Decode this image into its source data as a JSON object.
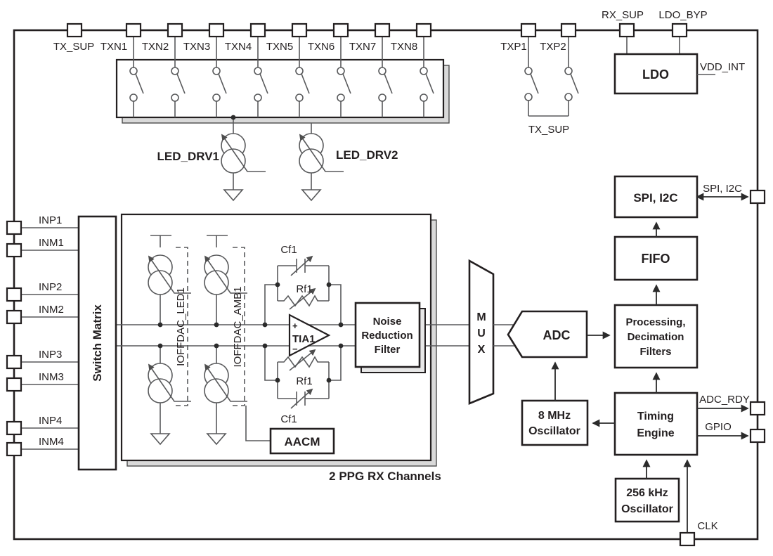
{
  "pins": {
    "top": [
      "TX_SUP",
      "TXN1",
      "TXN2",
      "TXN3",
      "TXN4",
      "TXN5",
      "TXN6",
      "TXN7",
      "TXN8",
      "TXP1",
      "TXP2",
      "RX_SUP",
      "LDO_BYP"
    ],
    "left": [
      "INP1",
      "INM1",
      "INP2",
      "INM2",
      "INP3",
      "INM3",
      "INP4",
      "INM4"
    ],
    "right": [
      "SPI, I2C",
      "ADC_RDY",
      "GPIO"
    ],
    "bottom": [
      "CLK"
    ]
  },
  "blocks": {
    "ldo": "LDO",
    "switch_matrix": "Switch Matrix",
    "tia": {
      "label": "TIA1",
      "plus": "+",
      "minus": "−"
    },
    "nrf": {
      "line1": "Noise",
      "line2": "Reduction",
      "line3": "Filter"
    },
    "aacm": "AACM",
    "mux": {
      "m": "M",
      "u": "U",
      "x": "X"
    },
    "adc": "ADC",
    "spi_i2c": "SPI, I2C",
    "fifo": "FIFO",
    "processing": {
      "line1": "Processing,",
      "line2": "Decimation",
      "line3": "Filters"
    },
    "timing": {
      "line1": "Timing",
      "line2": "Engine"
    },
    "osc_8mhz": {
      "line1": "8 MHz",
      "line2": "Oscillator"
    },
    "osc_256khz": {
      "line1": "256 kHz",
      "line2": "Oscillator"
    }
  },
  "labels": {
    "led_drv1": "LED_DRV1",
    "led_drv2": "LED_DRV2",
    "tx_sup_switch": "TX_SUP",
    "vdd_int": "VDD_INT",
    "spi_i2c_bus": "SPI, I2C",
    "cf1": "Cf1",
    "rf1": "Rf1",
    "ioffdac_led1": "IOFFDAC_LED1",
    "ioffdac_amb1": "IOFFDAC_AMB1",
    "ppg_channels": "2 PPG RX Channels"
  },
  "colors": {
    "accent_blue": "#2222d8"
  }
}
